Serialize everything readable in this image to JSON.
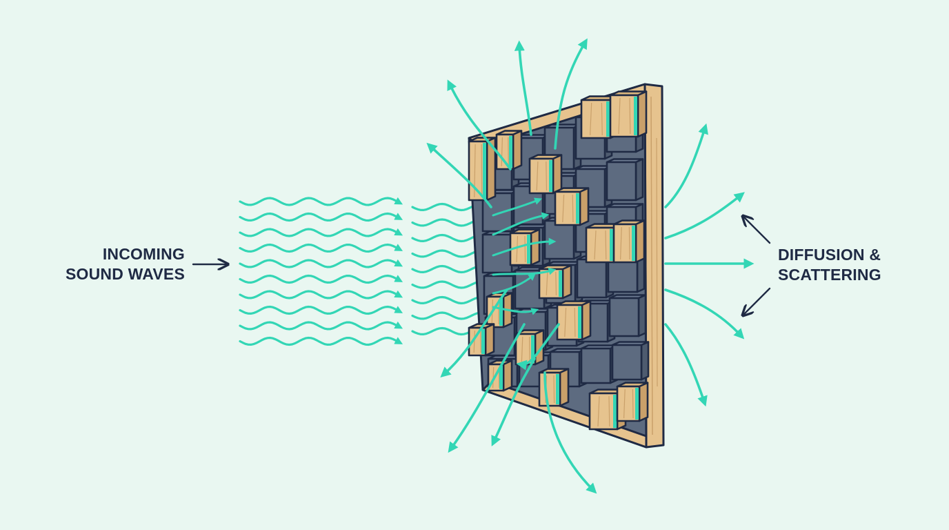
{
  "labels": {
    "incoming": {
      "line1": "INCOMING",
      "line2": "SOUND WAVES"
    },
    "outgoing": {
      "line1": "DIFFUSION &",
      "line2": "SCATTERING"
    }
  },
  "colors": {
    "background": "#e9f7f1",
    "wave": "#33d6b5",
    "outline": "#1f2a44",
    "block_gray": "#5d6b80",
    "block_gray_dark": "#4e5b6f",
    "wood": "#e6c38e",
    "wood_grain": "#c9a06a"
  },
  "icons": [
    "arrow-right-icon",
    "arrow-diagonal-icon"
  ]
}
